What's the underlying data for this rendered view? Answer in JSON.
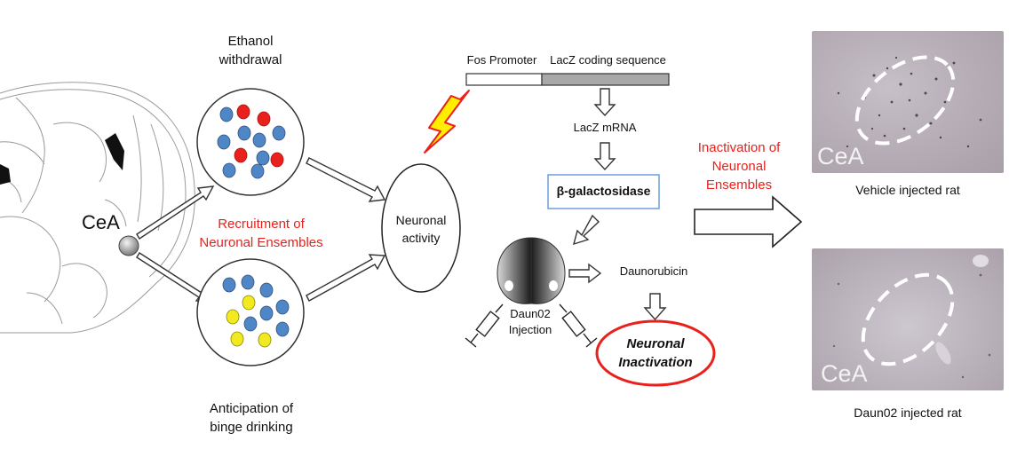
{
  "labels": {
    "ethanol": "Ethanol\nwithdrawal",
    "anticipation": "Anticipation of\nbinge drinking",
    "recruitment": "Recruitment of\nNeuronal Ensembles",
    "cea_brain": "CeA",
    "neuronal_activity": "Neuronal\nactivity",
    "fos_promoter": "Fos Promoter",
    "lacz_coding": "LacZ coding sequence",
    "lacz_mrna": "LacZ mRNA",
    "beta_gal": "β-galactosidase",
    "daunorubicin": "Daunorubicin",
    "daun02_injection": "Daun02\nInjection",
    "neuronal_inactivation": "Neuronal\nInactivation",
    "inactivation_ensembles": "Inactivation of\nNeuronal\nEnsembles",
    "photo_cea_top": "CeA",
    "photo_cea_bottom": "CeA",
    "vehicle_caption": "Vehicle injected rat",
    "daun02_caption": "Daun02 injected rat"
  },
  "colors": {
    "accent_red": "#e8211c",
    "neuron_blue": "#4f86c6",
    "neuron_red": "#e8211c",
    "neuron_yellow": "#f2ea20",
    "beta_gal_border": "#6f9fd8",
    "gene_bar_grey": "#a8a8a8",
    "lightning_yellow": "#ffee00"
  }
}
